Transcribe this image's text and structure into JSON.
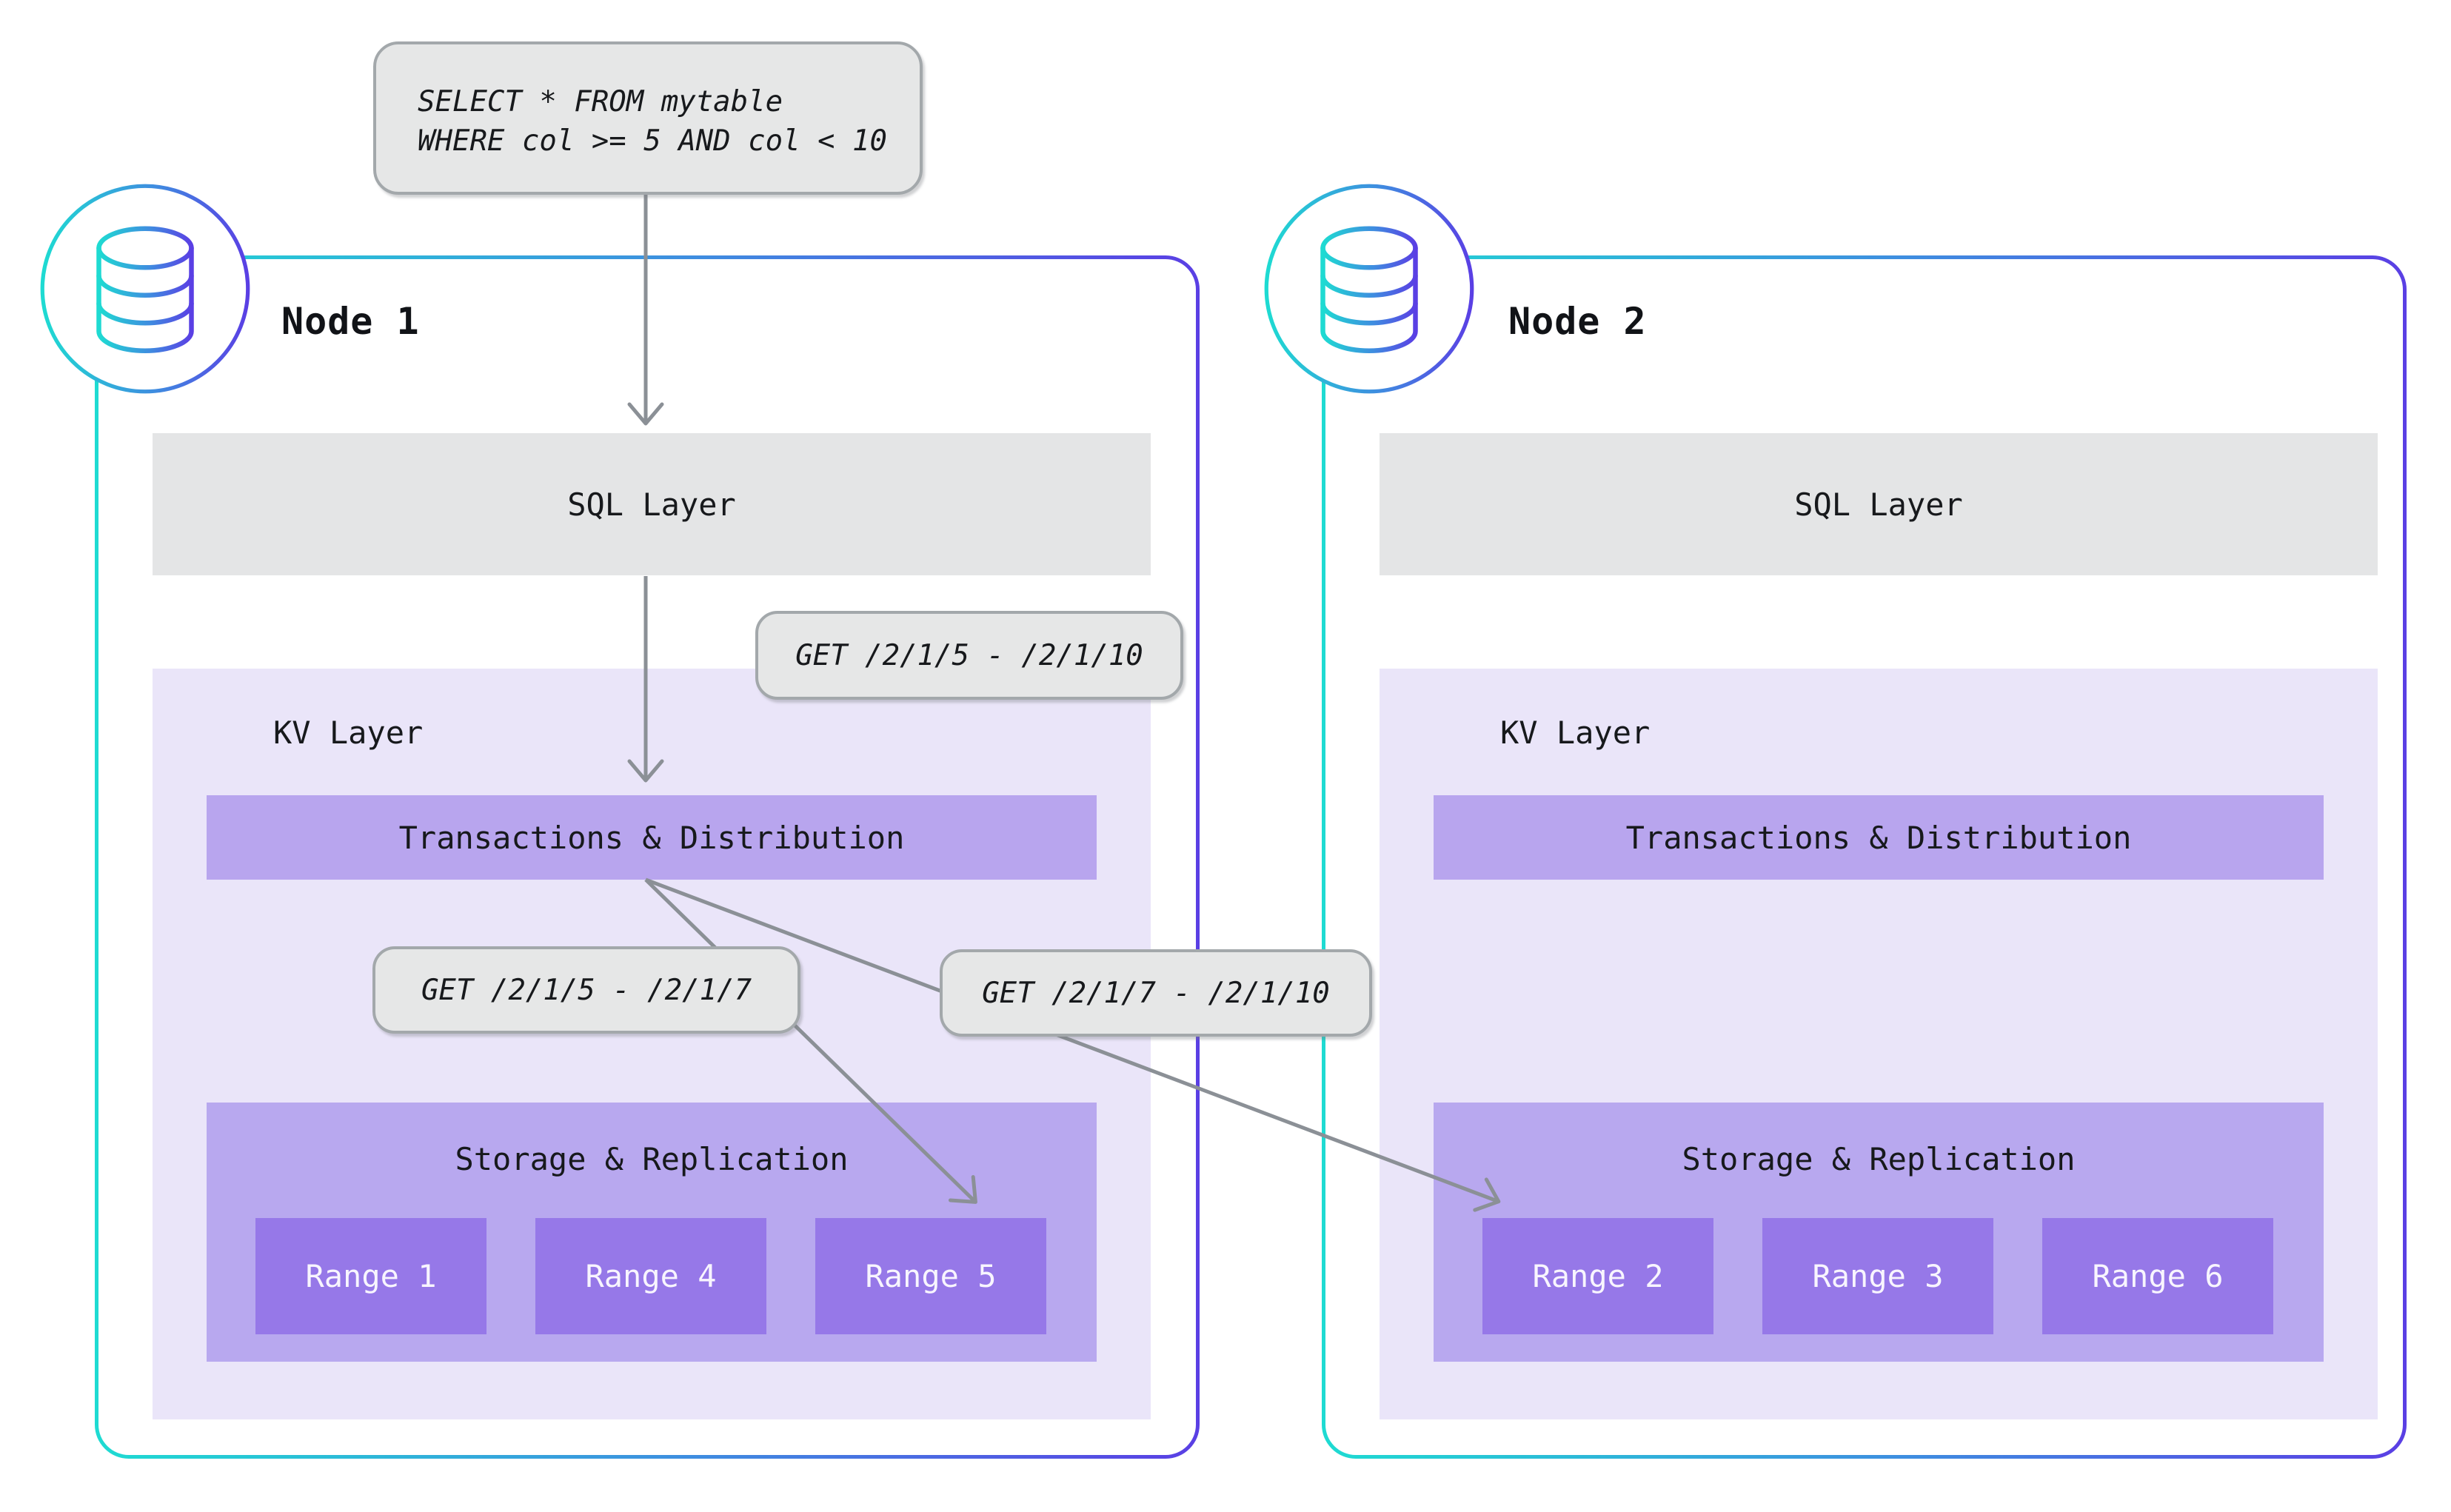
{
  "query_box": {
    "lines": [
      "SELECT * FROM mytable",
      "WHERE col >= 5 AND col < 10"
    ]
  },
  "get_labels": {
    "sql_to_kv": "GET /2/1/5 - /2/1/10",
    "local": "GET /2/1/5 - /2/1/7",
    "remote": "GET /2/1/7 - /2/1/10"
  },
  "nodes": [
    {
      "title": "Node 1",
      "sql_layer_label": "SQL Layer",
      "kv_layer_label": "KV Layer",
      "transactions_label": "Transactions & Distribution",
      "storage_label": "Storage & Replication",
      "ranges": [
        "Range 1",
        "Range 4",
        "Range 5"
      ]
    },
    {
      "title": "Node 2",
      "sql_layer_label": "SQL Layer",
      "kv_layer_label": "KV Layer",
      "transactions_label": "Transactions & Distribution",
      "storage_label": "Storage & Replication",
      "ranges": [
        "Range 2",
        "Range 3",
        "Range 6"
      ]
    }
  ],
  "icons": {
    "node_icon": "database-icon"
  },
  "colors": {
    "accent_cyan": "#1edbd2",
    "accent_indigo": "#5a3fe4",
    "sql_layer_gray": "#e4e5e6",
    "kv_panel_lavender": "#eae5f9",
    "bar_purple": "#b8a5ee",
    "storage_purple": "#b8a8ef",
    "range_purple": "#9678e8",
    "label_bg_gray": "#e6e7e7",
    "label_border_gray": "#a3a8ab",
    "arrow_gray": "#8b9096",
    "text_dark": "#17191c",
    "range_text": "#f8f5fe"
  }
}
